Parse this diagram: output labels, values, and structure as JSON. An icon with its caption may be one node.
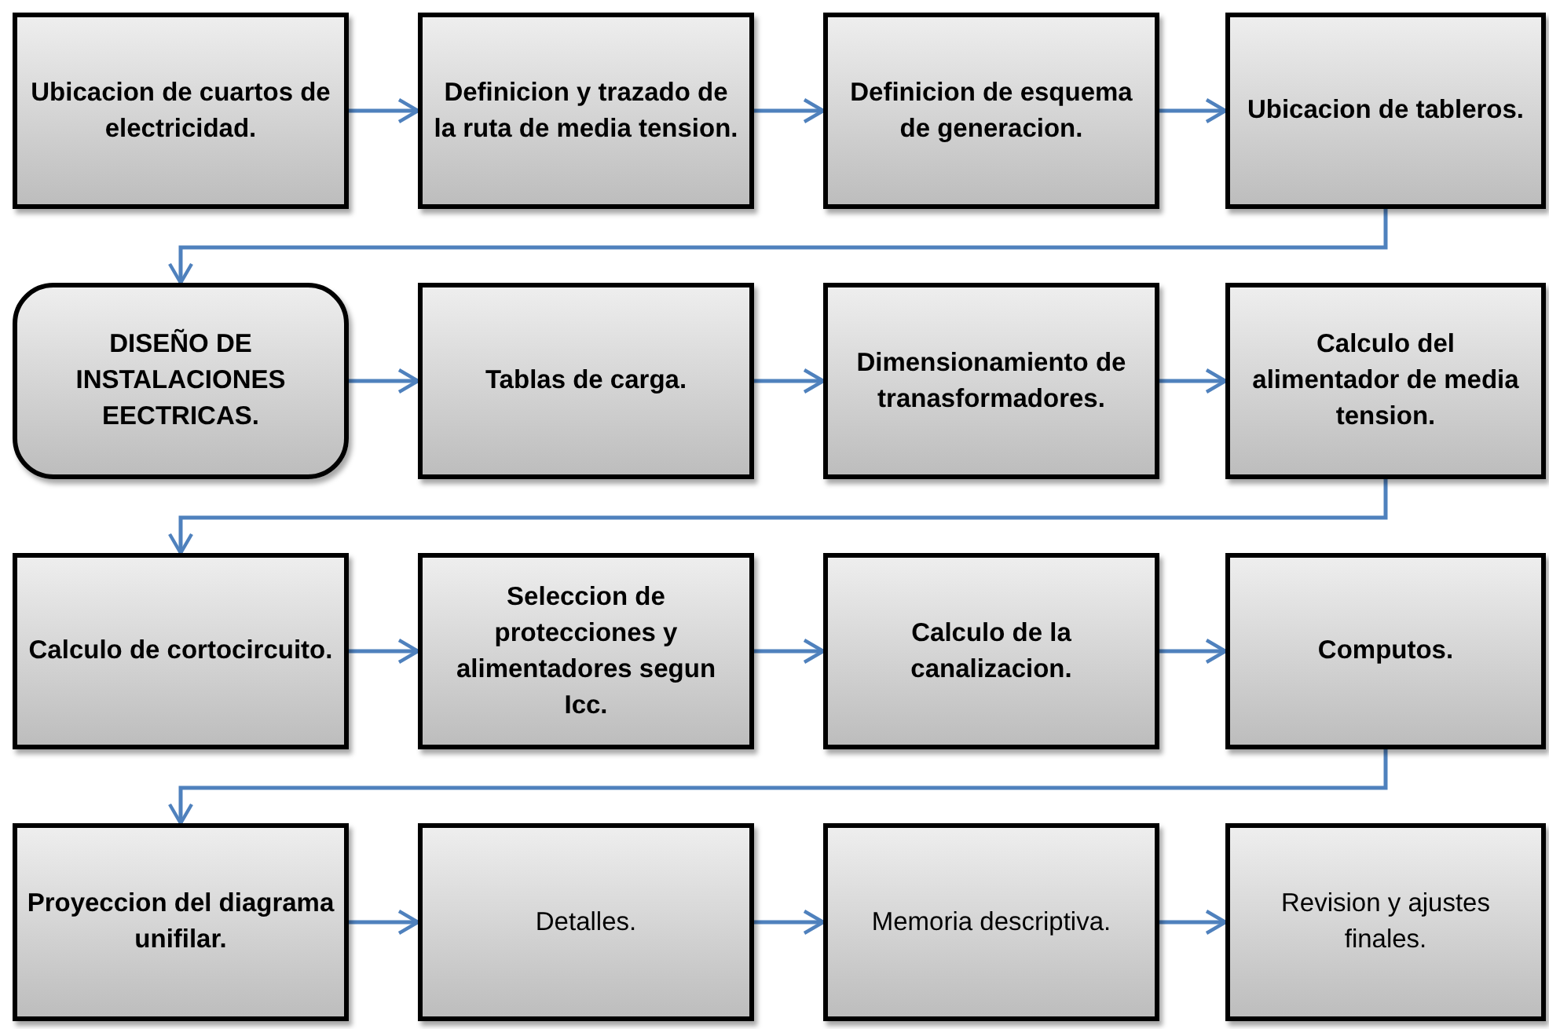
{
  "diagram": {
    "nodes": [
      {
        "text": [
          "Ubicacion de cuartos de electricidad."
        ]
      },
      {
        "text": [
          "Definicion y trazado de la ruta de media tension."
        ]
      },
      {
        "text": [
          "Definicion de esquema de generacion."
        ]
      },
      {
        "text": [
          "Ubicacion de tableros."
        ]
      },
      {
        "text": [
          "DISEÑO DE INSTALACIONES EECTRICAS."
        ]
      },
      {
        "text": [
          "Tablas de carga."
        ]
      },
      {
        "text": [
          "Dimensionamiento de tranasformadores."
        ]
      },
      {
        "text": [
          "Calculo del alimentador de media tension."
        ]
      },
      {
        "text": [
          "Calculo de cortocircuito."
        ]
      },
      {
        "text": [
          "Seleccion de protecciones y alimentadores segun Icc."
        ]
      },
      {
        "text": [
          "Calculo de la canalizacion."
        ]
      },
      {
        "text": [
          "Computos."
        ]
      },
      {
        "text": [
          "Proyeccion del diagrama unifilar."
        ]
      },
      {
        "text": [
          "Detalles."
        ]
      },
      {
        "text": [
          "Memoria descriptiva."
        ]
      },
      {
        "text": [
          "Revision y ajustes finales."
        ]
      }
    ],
    "edges": [
      {
        "from": 0,
        "to": 1,
        "arrow": "to"
      },
      {
        "from": 1,
        "to": 2,
        "arrow": "to"
      },
      {
        "from": 2,
        "to": 3,
        "arrow": "to"
      },
      {
        "from": 3,
        "to": 4,
        "arrow": "to"
      },
      {
        "from": 4,
        "to": 5,
        "arrow": "to"
      },
      {
        "from": 5,
        "to": 6,
        "arrow": "to"
      },
      {
        "from": 6,
        "to": 7,
        "arrow": "to"
      },
      {
        "from": 7,
        "to": 8,
        "arrow": "to"
      },
      {
        "from": 8,
        "to": 9,
        "arrow": "to"
      },
      {
        "from": 9,
        "to": 10,
        "arrow": "to"
      },
      {
        "from": 10,
        "to": 11,
        "arrow": "to"
      },
      {
        "from": 11,
        "to": 12,
        "arrow": "to"
      },
      {
        "from": 12,
        "to": 13,
        "arrow": "to"
      },
      {
        "from": 13,
        "to": 14,
        "arrow": "to"
      },
      {
        "from": 14,
        "to": 15,
        "arrow": "to"
      }
    ]
  }
}
